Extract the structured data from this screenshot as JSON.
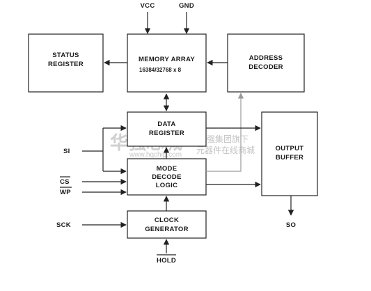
{
  "pins": {
    "vcc": "VCC",
    "gnd": "GND",
    "si": "SI",
    "cs": "CS",
    "wp": "WP",
    "sck": "SCK",
    "hold": "HOLD",
    "so": "SO"
  },
  "blocks": {
    "status_register": [
      "STATUS",
      "REGISTER"
    ],
    "memory_array": {
      "title": "MEMORY ARRAY",
      "size": "16384/32768 x 8"
    },
    "address_decoder": [
      "ADDRESS",
      "DECODER"
    ],
    "data_register": [
      "DATA",
      "REGISTER"
    ],
    "mode_decode_logic": [
      "MODE",
      "DECODE",
      "LOGIC"
    ],
    "clock_generator": [
      "CLOCK",
      "GENERATOR"
    ],
    "output_buffer": [
      "OUTPUT",
      "BUFFER"
    ]
  },
  "watermark": {
    "logo": "华强芯城",
    "url": "www.hqchip.com",
    "slogan_1": "华强集团旗下",
    "slogan_2": "元器件在线商城"
  },
  "colors": {
    "line": "#222222",
    "address_bus": "#9a9a9a",
    "watermark": "#cfcfcf"
  }
}
